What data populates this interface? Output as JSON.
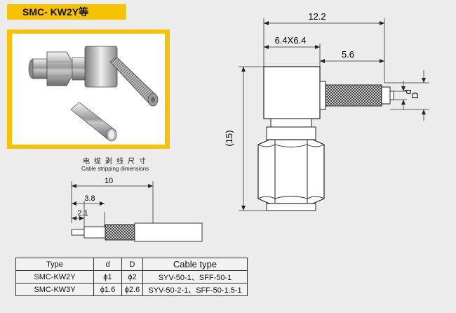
{
  "title": "SMC- KW2Y等",
  "caption_cn": "电缆剥线尺寸",
  "caption_en": "Cable stripping dimensions",
  "strip_dims": {
    "total": "10",
    "mid": "3.8",
    "short": "2.1"
  },
  "dims": {
    "width": "12.2",
    "body": "6.4X6.4",
    "tail": "5.6",
    "d": "d",
    "D": "D",
    "height": "(15)"
  },
  "table": {
    "headers": [
      "Type",
      "d",
      "D",
      "Cable type"
    ],
    "rows": [
      [
        "SMC-KW2Y",
        "ϕ1",
        "ϕ2",
        "SYV-50-1、SFF-50-1"
      ],
      [
        "SMC-KW3Y",
        "ϕ1.6",
        "ϕ2.6",
        "SYV-50-2-1、SFF-50-1.5-1"
      ]
    ]
  }
}
